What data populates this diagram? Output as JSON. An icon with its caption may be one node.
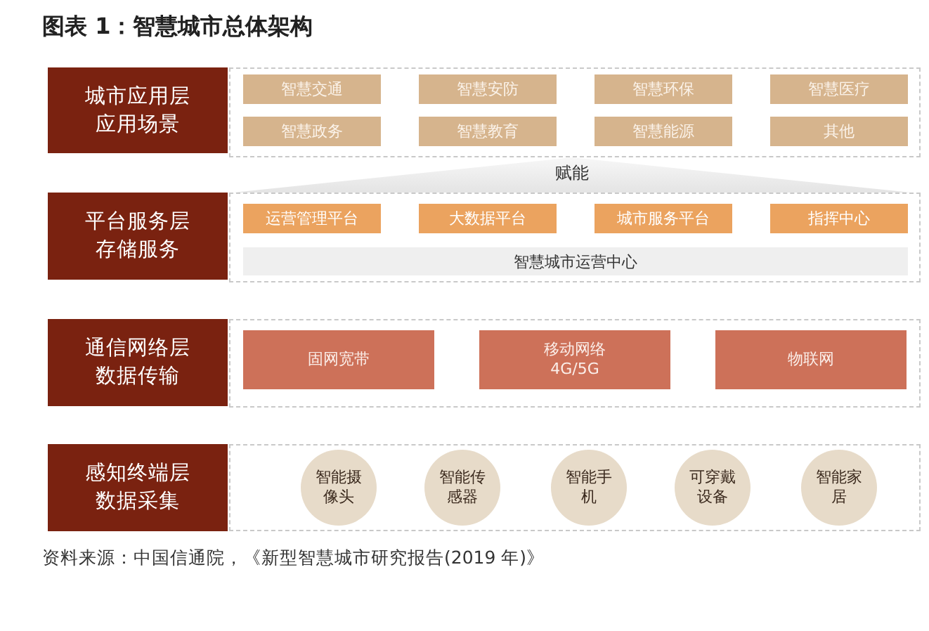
{
  "diagram": {
    "title": "图表 1：智慧城市总体架构",
    "nodes": [
      {
        "text": [
          "城市应用层",
          "应用场景"
        ]
      },
      {
        "text": [],
        "shape": "box"
      },
      {
        "text": [
          "智慧交通"
        ],
        "in": 1
      },
      {
        "text": [
          "智慧安防"
        ],
        "in": 1
      },
      {
        "text": [
          "智慧环保"
        ],
        "in": 1
      },
      {
        "text": [
          "智慧医疗"
        ],
        "in": 1
      },
      {
        "text": [
          "智慧政务"
        ],
        "in": 1
      },
      {
        "text": [
          "智慧教育"
        ],
        "in": 1
      },
      {
        "text": [
          "智慧能源"
        ],
        "in": 1
      },
      {
        "text": [
          "其他"
        ],
        "in": 1
      },
      {
        "text": [
          "赋能"
        ]
      },
      {
        "text": [
          "平台服务层",
          "存储服务"
        ]
      },
      {
        "text": [],
        "shape": "box"
      },
      {
        "text": [
          "运营管理平台"
        ],
        "in": 12
      },
      {
        "text": [
          "大数据平台"
        ],
        "in": 12
      },
      {
        "text": [
          "城市服务平台"
        ],
        "in": 12
      },
      {
        "text": [
          "指挥中心"
        ],
        "in": 12
      },
      {
        "text": [
          "智慧城市运营中心"
        ],
        "in": 12
      },
      {
        "text": [
          "通信网络层",
          "数据传输"
        ]
      },
      {
        "text": [],
        "shape": "box"
      },
      {
        "text": [
          "固网宽带"
        ],
        "in": 19
      },
      {
        "text": [
          "移动网络 4G/5G"
        ],
        "in": 19
      },
      {
        "text": [
          "物联网"
        ],
        "in": 19
      },
      {
        "text": [
          "感知终端层",
          "数据采集"
        ]
      },
      {
        "text": [],
        "shape": "box"
      },
      {
        "text": [
          "智能摄像头"
        ],
        "in": 24
      },
      {
        "text": [
          "智能传感器"
        ],
        "in": 24
      },
      {
        "text": [
          "智能手机"
        ],
        "in": 24
      },
      {
        "text": [
          "可穿戴设备"
        ],
        "in": 24
      },
      {
        "text": [
          "智能家居"
        ],
        "in": 24
      }
    ],
    "caption": "资料来源：中国信通院，《新型智慧城市研究报告(2019 年)》"
  }
}
